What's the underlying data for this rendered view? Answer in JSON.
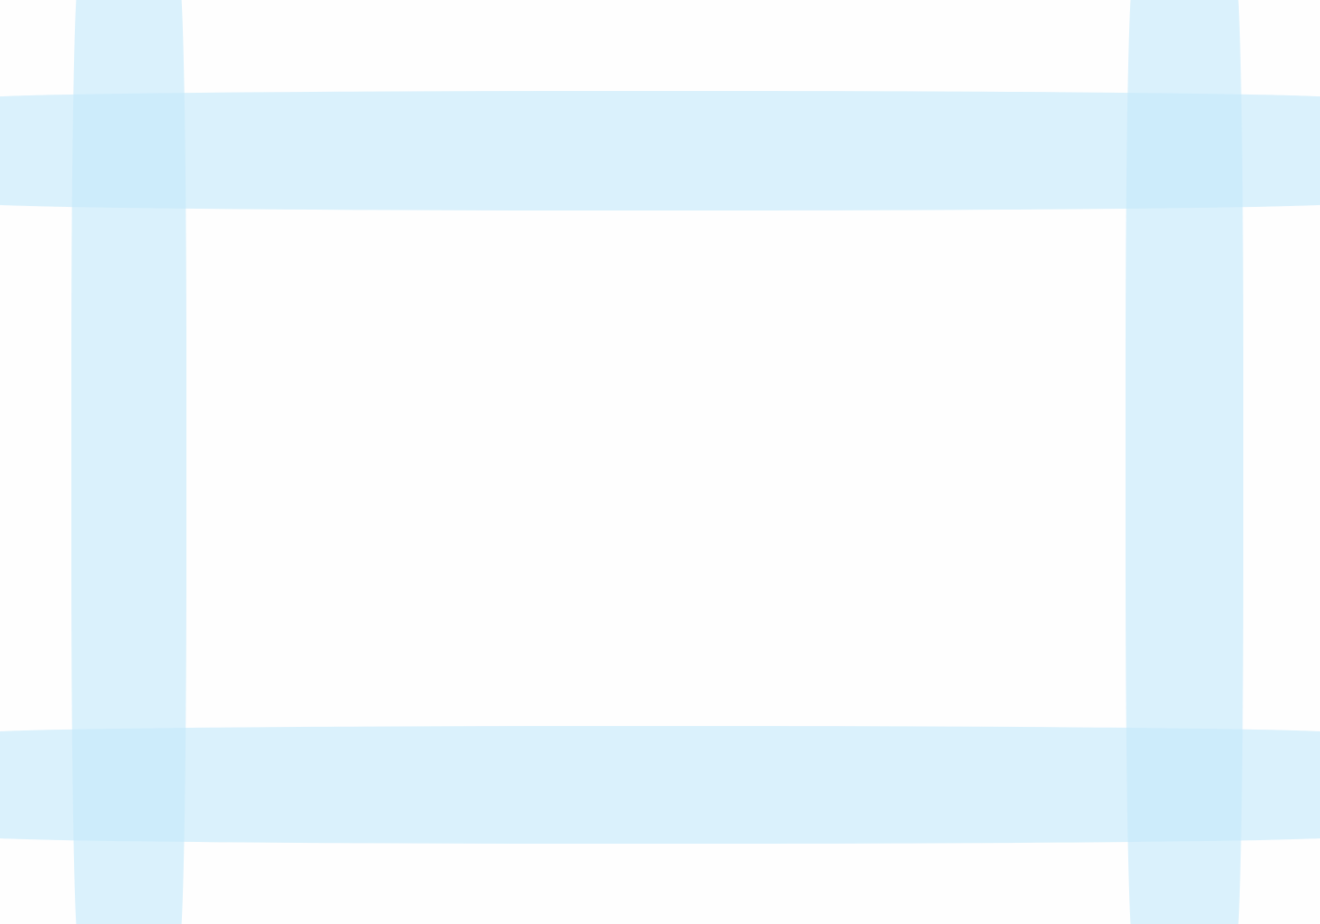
{
  "background": {
    "color": "#fefefe"
  },
  "frame": {
    "band_color": "#c6e9fb",
    "overlap_note_color": "#a9defa",
    "bands": [
      {
        "id": "top-band",
        "orientation": "horizontal"
      },
      {
        "id": "bottom-band",
        "orientation": "horizontal"
      },
      {
        "id": "left-band",
        "orientation": "vertical"
      },
      {
        "id": "right-band",
        "orientation": "vertical"
      }
    ]
  }
}
